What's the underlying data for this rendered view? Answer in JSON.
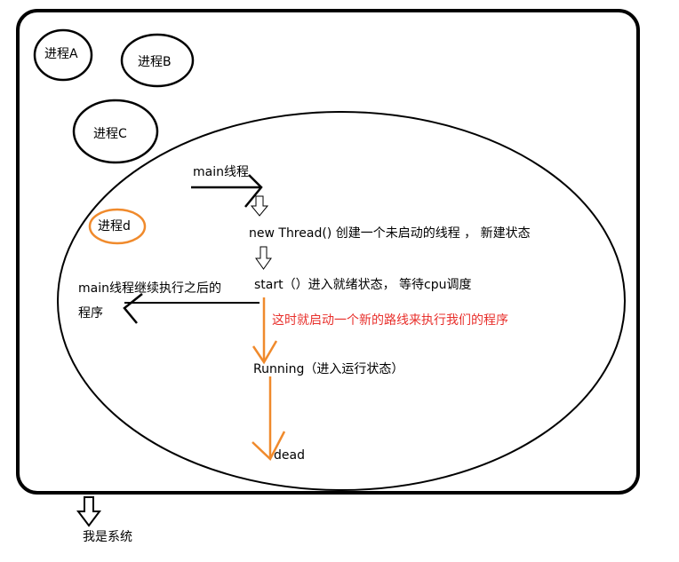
{
  "processes": {
    "a": "进程A",
    "b": "进程B",
    "c": "进程C",
    "d": "进程d"
  },
  "thread": {
    "main": "main线程",
    "new_thread": "new Thread() 创建一个未启动的线程 ， 新建状态",
    "start": "start（）进入就绪状态， 等待cpu调度",
    "main_continue_line1": "main线程继续执行之后的",
    "main_continue_line2": "程序",
    "note": "这时就启动一个新的路线来执行我们的程序",
    "running": "Running（进入运行状态）",
    "dead": "dead"
  },
  "system": {
    "label": "我是系统"
  },
  "colors": {
    "stroke": "#000000",
    "orange": "#f08a2c",
    "red": "#e8302c"
  }
}
